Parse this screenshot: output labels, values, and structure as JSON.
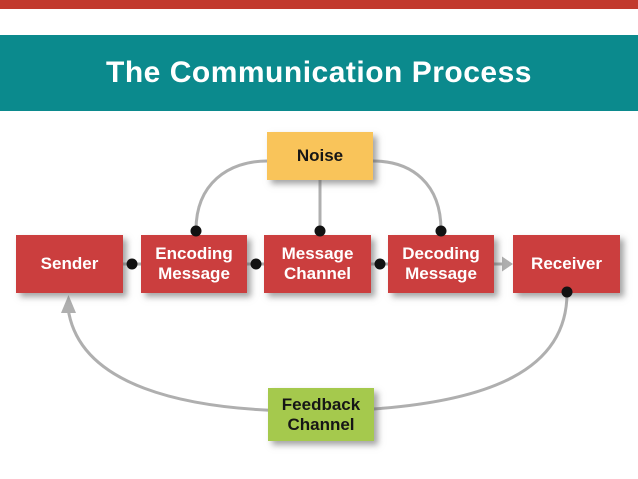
{
  "header": {
    "title": "The Communication Process"
  },
  "nodes": {
    "noise": {
      "label": "Noise",
      "color": "#f9c45a"
    },
    "sender": {
      "label": "Sender",
      "color": "#cb3e3e"
    },
    "encoding": {
      "label": "Encoding Message",
      "color": "#cb3e3e"
    },
    "channel": {
      "label": "Message Channel",
      "color": "#cb3e3e"
    },
    "decoding": {
      "label": "Decoding Message",
      "color": "#cb3e3e"
    },
    "receiver": {
      "label": "Receiver",
      "color": "#cb3e3e"
    },
    "feedback": {
      "label": "Feedback Channel",
      "color": "#a5c94d"
    }
  },
  "colors": {
    "top_bar": "#c23a2e",
    "header_bg": "#0b8a8d",
    "title_text": "#ffffff",
    "connector": "#afafaf",
    "dot": "#121212"
  }
}
